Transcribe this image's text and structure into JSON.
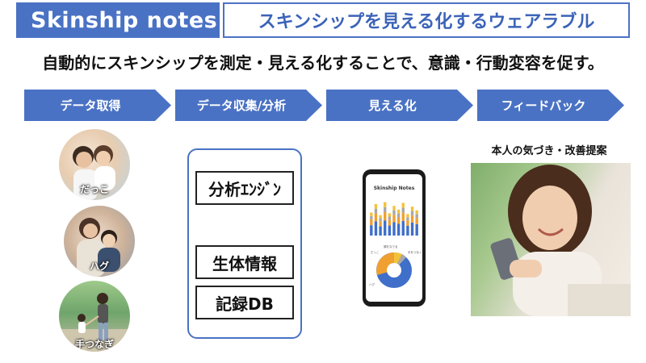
{
  "header": {
    "brand": "Skinship notes",
    "tagline_box": "スキンシップを見える化するウェアラブル"
  },
  "main_message": "自動的にスキンシップを測定・見える化することで、意識・行動変容を促す。",
  "steps": [
    {
      "label": "データ取得"
    },
    {
      "label": "データ収集/分析"
    },
    {
      "label": "見える化"
    },
    {
      "label": "フィードバック"
    }
  ],
  "data_acquisition": {
    "photos": [
      {
        "caption": "だっこ"
      },
      {
        "caption": "ハグ"
      },
      {
        "caption": "手つなぎ"
      }
    ]
  },
  "analysis": {
    "modules": [
      "分析ｴﾝｼﾞﾝ",
      "生体情報",
      "記録DB"
    ]
  },
  "visualization": {
    "app_title": "Skinship Notes",
    "bar_chart": [
      0.62,
      0.85,
      0.55,
      0.9,
      0.6,
      0.8,
      0.7,
      0.88,
      0.58,
      0.78,
      0.68
    ],
    "bar_colors": [
      "#3f6fc9",
      "#f0a030",
      "#a8a8a8",
      "#f2c33a"
    ],
    "pie_labels": [
      "頭をなでる",
      "だっこ",
      "手をつなぐ",
      "ハグ"
    ]
  },
  "feedback": {
    "caption": "本人の気づき・改善提案"
  },
  "colors": {
    "accent": "#4a72c4"
  }
}
